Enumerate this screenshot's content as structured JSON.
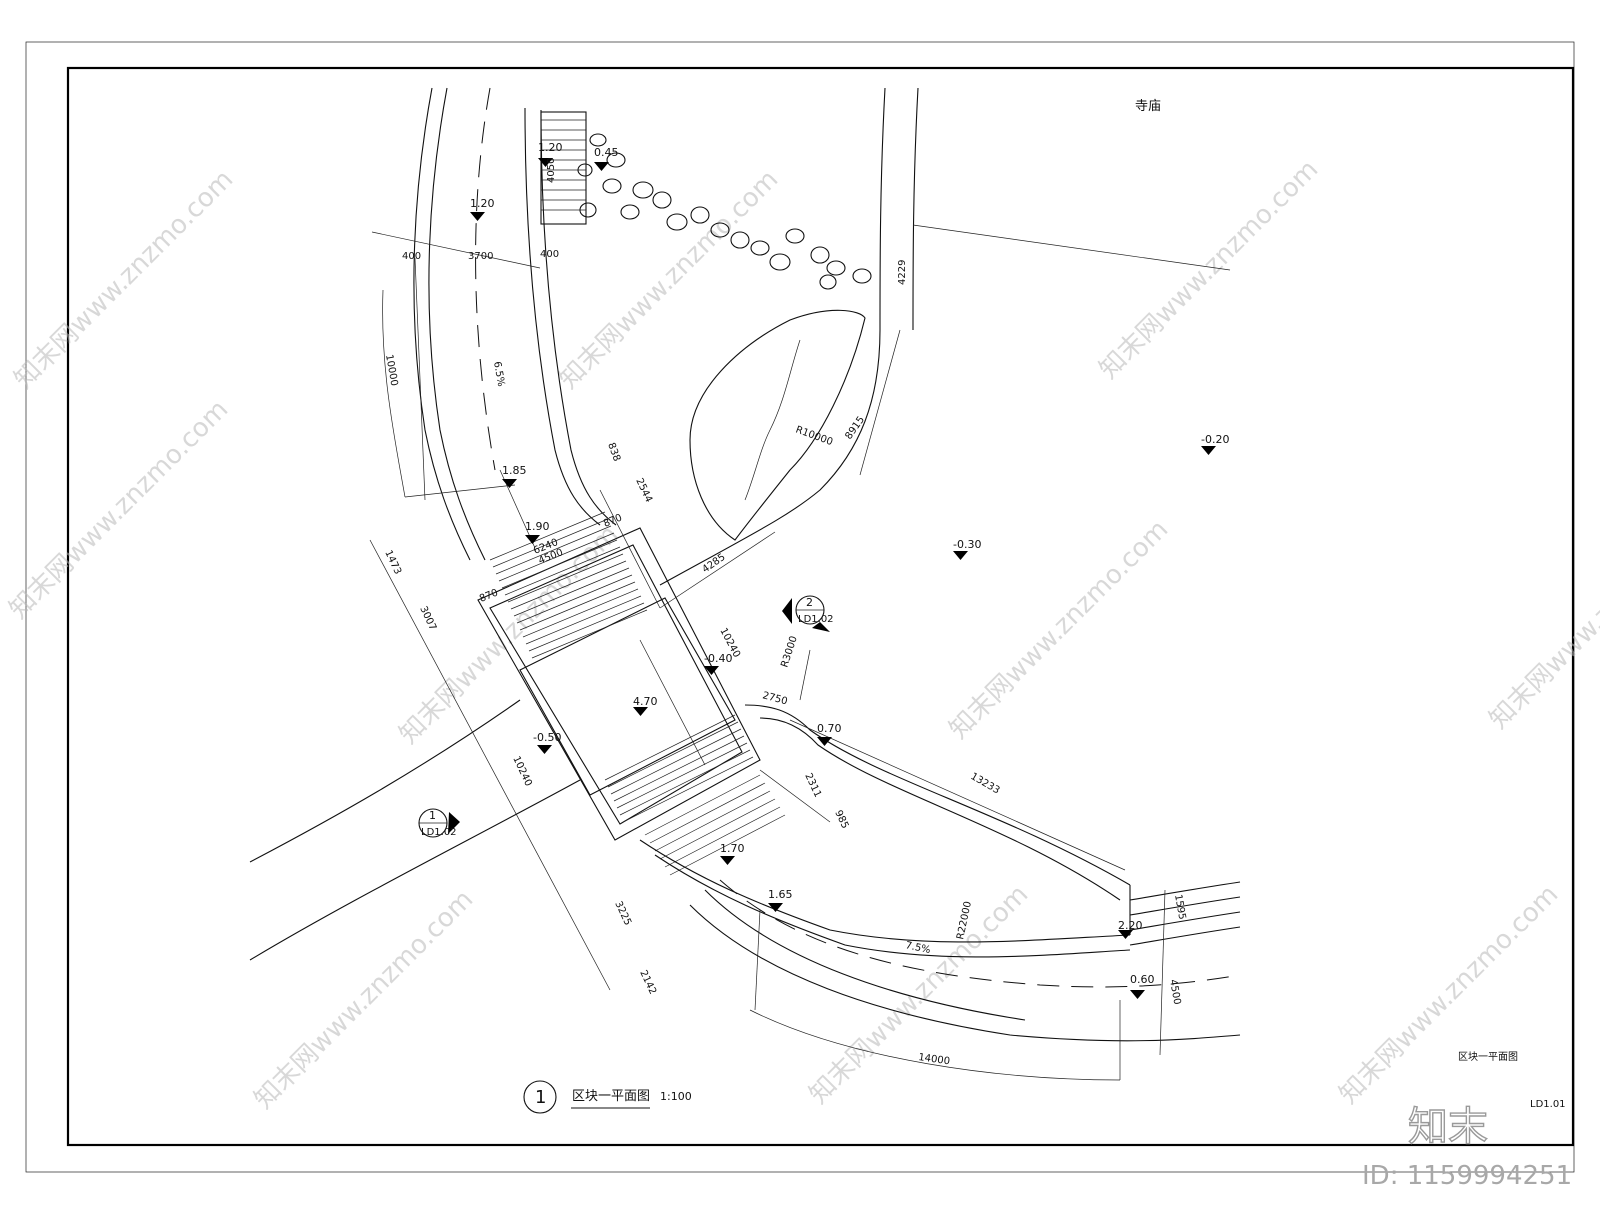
{
  "drawing": {
    "temple_label": "寺庙",
    "plan_title_number": "1",
    "plan_title": "区块一平面图",
    "plan_scale": "1:100",
    "sheet_caption": "区块一平面图",
    "sheet_number": "LD1.01",
    "site_logo": "知末",
    "id_text": "ID: 1159994251",
    "watermark": "知末网www.znzmo.com"
  },
  "elevations": [
    "1.20",
    "0.45",
    "1.20",
    "1.85",
    "1.90",
    "-0.20",
    "-0.30",
    "-0.40",
    "4.70",
    "-0.50",
    "0.70",
    "1.70",
    "1.65",
    "2.20",
    "0.60"
  ],
  "dimensions": [
    "400",
    "3700",
    "400",
    "4050",
    "10000",
    "6.5%",
    "838",
    "2544",
    "870",
    "6240",
    "4500",
    "870",
    "1473",
    "3007",
    "4285",
    "10240",
    "R10000",
    "8915",
    "4229",
    "R3000",
    "2750",
    "2311",
    "985",
    "13233",
    "10240",
    "3225",
    "2142",
    "R22000",
    "7.5%",
    "1595",
    "4500",
    "14000"
  ],
  "section_markers": [
    {
      "number": "2",
      "sheet": "LD1.02"
    },
    {
      "number": "1",
      "sheet": "LD1.02"
    }
  ]
}
